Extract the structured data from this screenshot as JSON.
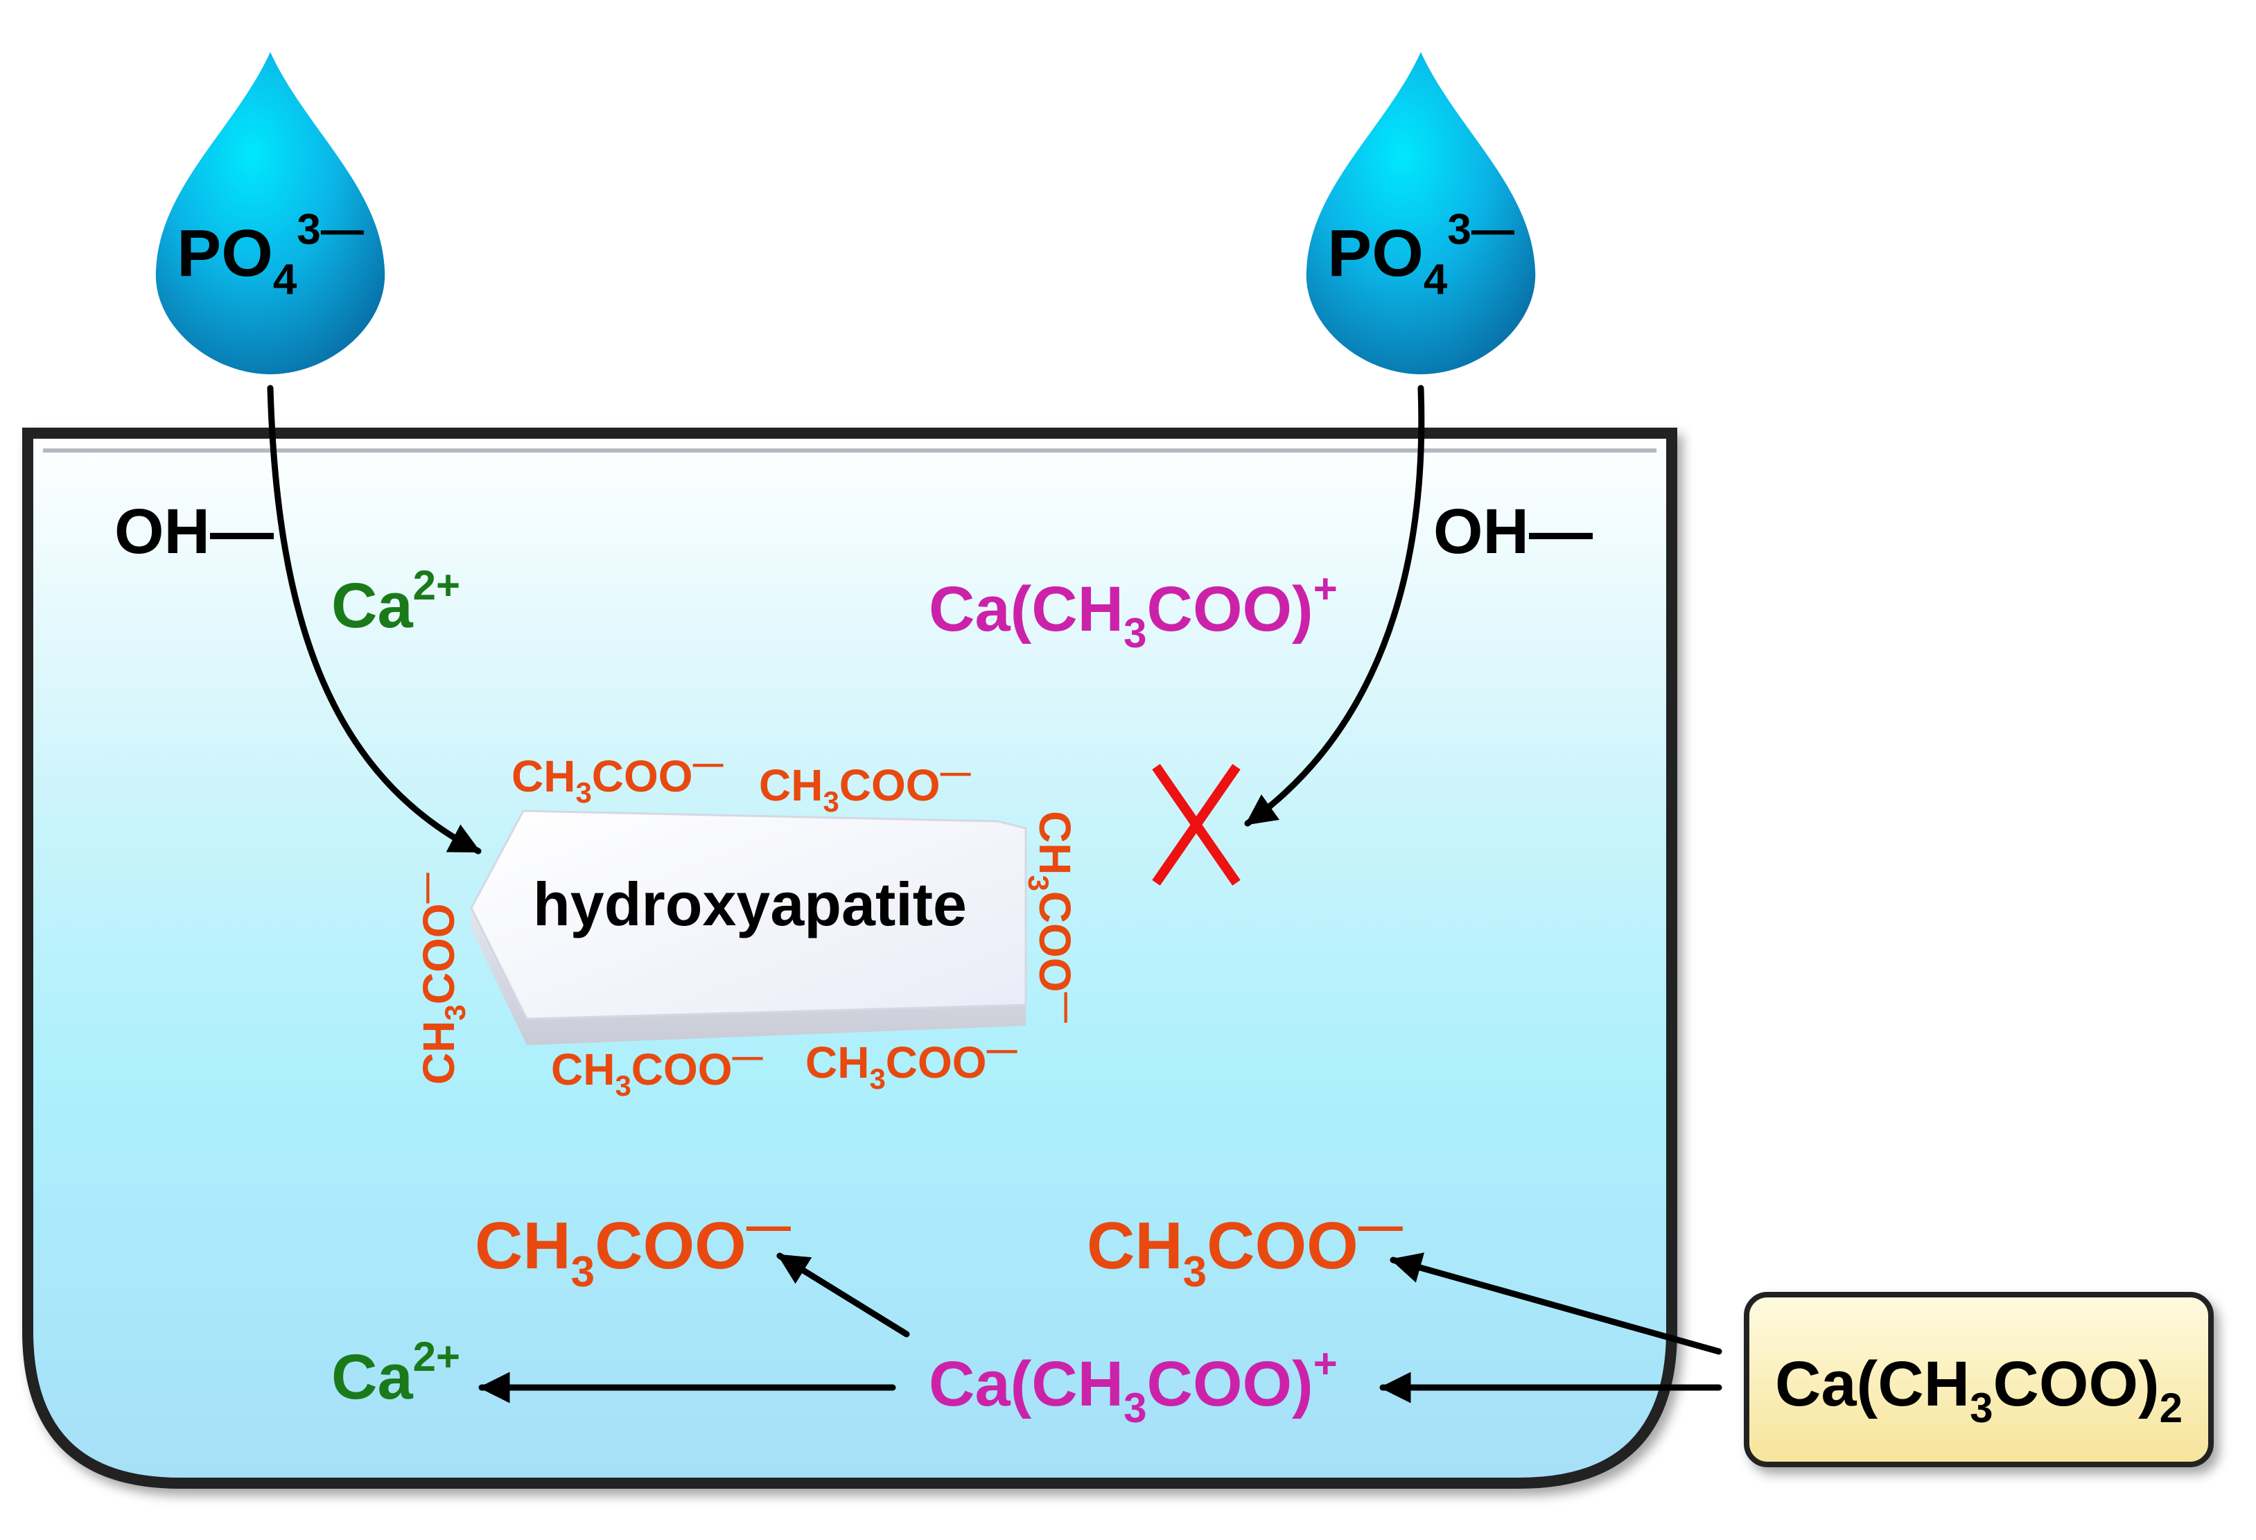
{
  "drops": {
    "left": {
      "base": "PO",
      "sub": "4",
      "sup": "3—"
    },
    "right": {
      "base": "PO",
      "sub": "4",
      "sup": "3—"
    }
  },
  "hydroxide": {
    "left": "OH—",
    "right": "OH—"
  },
  "calcium": {
    "upper_base": "Ca",
    "upper_sup": "2+",
    "lower_base": "Ca",
    "lower_sup": "2+"
  },
  "complex_ion": {
    "upper": {
      "a": "Ca(CH",
      "sub": "3",
      "b": "COO)",
      "sup": "+"
    },
    "lower": {
      "a": "Ca(CH",
      "sub": "3",
      "b": "COO)",
      "sup": "+"
    }
  },
  "crystal": {
    "label": "hydroxyapatite",
    "adsorbed": {
      "a": "CH",
      "sub": "3",
      "b": "COO",
      "charge": "—"
    }
  },
  "acetate_free": {
    "left": {
      "a": "CH",
      "sub": "3",
      "b": "COO",
      "charge": "—"
    },
    "right": {
      "a": "CH",
      "sub": "3",
      "b": "COO",
      "charge": "—"
    }
  },
  "salt": {
    "a": "Ca(CH",
    "sub": "3",
    "b": "COO)",
    "sub2": "2"
  },
  "blocked_mark": "X",
  "colors": {
    "calcium_ion": "#1a7a1a",
    "complex_ion": "#cc22aa",
    "acetate": "#e8490f",
    "blocked_mark": "#ee1111",
    "drop": "#14a6dc",
    "salt_box_fill": "#fbeeb0"
  }
}
